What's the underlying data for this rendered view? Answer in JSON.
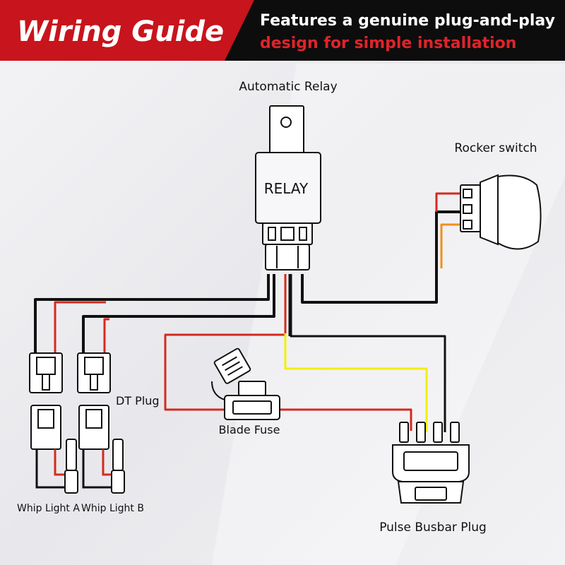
{
  "header": {
    "title": "Wiring Guide",
    "line1": "Features a genuine plug-and-play",
    "line2": "design for simple installation"
  },
  "components": {
    "relay_label": "Automatic Relay",
    "relay_text": "RELAY",
    "rocker_label": "Rocker switch",
    "dt_label": "DT Plug",
    "fuse_label": "Blade Fuse",
    "busbar_label": "Pulse Busbar Plug",
    "whip_a_label": "Whip Light A",
    "whip_b_label": "Whip Light B"
  },
  "colors": {
    "banner_red": "#c8141c",
    "banner_black": "#0d0d0d",
    "accent_red": "#e0232a",
    "wire_black": "#111111",
    "wire_red": "#d42a1e",
    "wire_yellow": "#f2f000",
    "wire_orange": "#f0901a"
  }
}
